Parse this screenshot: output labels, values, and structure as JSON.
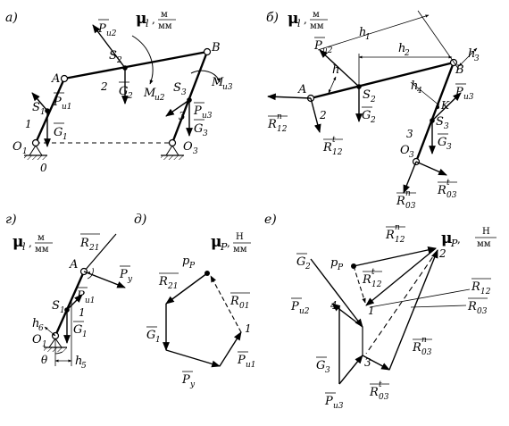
{
  "panels": {
    "a": {
      "tag": "а)",
      "scale_mu": "μ",
      "scale_sub": "l",
      "scale_num": "м",
      "scale_den": "мм",
      "A": "A",
      "B": "B",
      "O1": "O",
      "O1_sub": "1",
      "O3": "O",
      "O3_sub": "3",
      "S1": "S",
      "S1_sub": "1",
      "S2": "S",
      "S2_sub": "2",
      "S3": "S",
      "S3_sub": "3",
      "n1": "1",
      "n2": "2",
      "n3": "3",
      "n0": "0",
      "Pi1": "P",
      "Pi1_sub": "и1",
      "Pi2": "P",
      "Pi2_sub": "и2",
      "Pi3": "P",
      "Pi3_sub": "и3",
      "G1": "G",
      "G1_sub": "1",
      "G2": "G",
      "G2_sub": "2",
      "G3": "G",
      "G3_sub": "3",
      "Mi2": "M",
      "Mi2_sub": "и2",
      "Mi3": "M",
      "Mi3_sub": "и3"
    },
    "b": {
      "tag": "б)",
      "scale_mu": "μ",
      "scale_sub": "l",
      "scale_num": "м",
      "scale_den": "мм",
      "A": "A",
      "B": "B",
      "K": "K",
      "O3": "O",
      "O3_sub": "3",
      "S2": "S",
      "S2_sub": "2",
      "S3": "S",
      "S3_sub": "3",
      "n2": "2",
      "n3": "3",
      "h": "h",
      "h1": "h",
      "h1_sub": "1",
      "h2": "h",
      "h2_sub": "2",
      "h3": "h",
      "h3_sub": "3",
      "h4": "h",
      "h4_sub": "4",
      "Pi2": "P",
      "Pi2_sub": "и2",
      "Pi3": "P",
      "Pi3_sub": "и3",
      "G2": "G",
      "G2_sub": "2",
      "G3": "G",
      "G3_sub": "3",
      "R12n": "R",
      "R12n_sup": "n",
      "R12n_sub": "12",
      "R12t": "R",
      "R12t_sup": "t",
      "R12t_sub": "12",
      "R03n": "R",
      "R03n_sup": "n",
      "R03n_sub": "03",
      "R03t": "R",
      "R03t_sup": "t",
      "R03t_sub": "03"
    },
    "g": {
      "tag": "г)",
      "scale_mu": "μ",
      "scale_sub": "l",
      "scale_num": "м",
      "scale_den": "мм",
      "A": "A",
      "O1": "O",
      "O1_sub": "1",
      "S1": "S",
      "S1_sub": "1",
      "n1": "1",
      "theta": "θ",
      "R21": "R",
      "R21_sub": "21",
      "Py": "P",
      "Py_sub": "у",
      "Pi1": "P",
      "Pi1_sub": "и1",
      "G1": "G",
      "G1_sub": "1",
      "h5": "h",
      "h5_sub": "5",
      "h6": "h",
      "h6_sub": "6"
    },
    "d": {
      "tag": "д)",
      "scale_mu": "μ",
      "scale_sub": "P",
      "scale_num": "Н",
      "scale_den": "мм",
      "pP": "p",
      "pP_sub": "P",
      "R21": "R",
      "R21_sub": "21",
      "G1": "G",
      "G1_sub": "1",
      "Py": "P",
      "Py_sub": "у",
      "Pi1": "P",
      "Pi1_sub": "и1",
      "R01": "R",
      "R01_sub": "01",
      "n1": "1"
    },
    "e": {
      "tag": "е)",
      "scale_mu": "μ",
      "scale_sub": "P",
      "scale_num": "Н",
      "scale_den": "мм",
      "pP": "p",
      "pP_sub": "P",
      "R12n": "R",
      "R12n_sup": "n",
      "R12n_sub": "12",
      "R12t": "R",
      "R12t_sup": "t",
      "R12t_sub": "12",
      "R12": "R",
      "R12_sub": "12",
      "R03": "R",
      "R03_sub": "03",
      "R03n": "R",
      "R03n_sup": "n",
      "R03n_sub": "03",
      "R03t": "R",
      "R03t_sup": "t",
      "R03t_sub": "03",
      "G2": "G",
      "G2_sub": "2",
      "G3": "G",
      "G3_sub": "3",
      "Pi2": "P",
      "Pi2_sub": "и2",
      "Pi3": "P",
      "Pi3_sub": "и3",
      "n1": "1",
      "n2": "2",
      "n3": "3",
      "n4": "4"
    }
  }
}
